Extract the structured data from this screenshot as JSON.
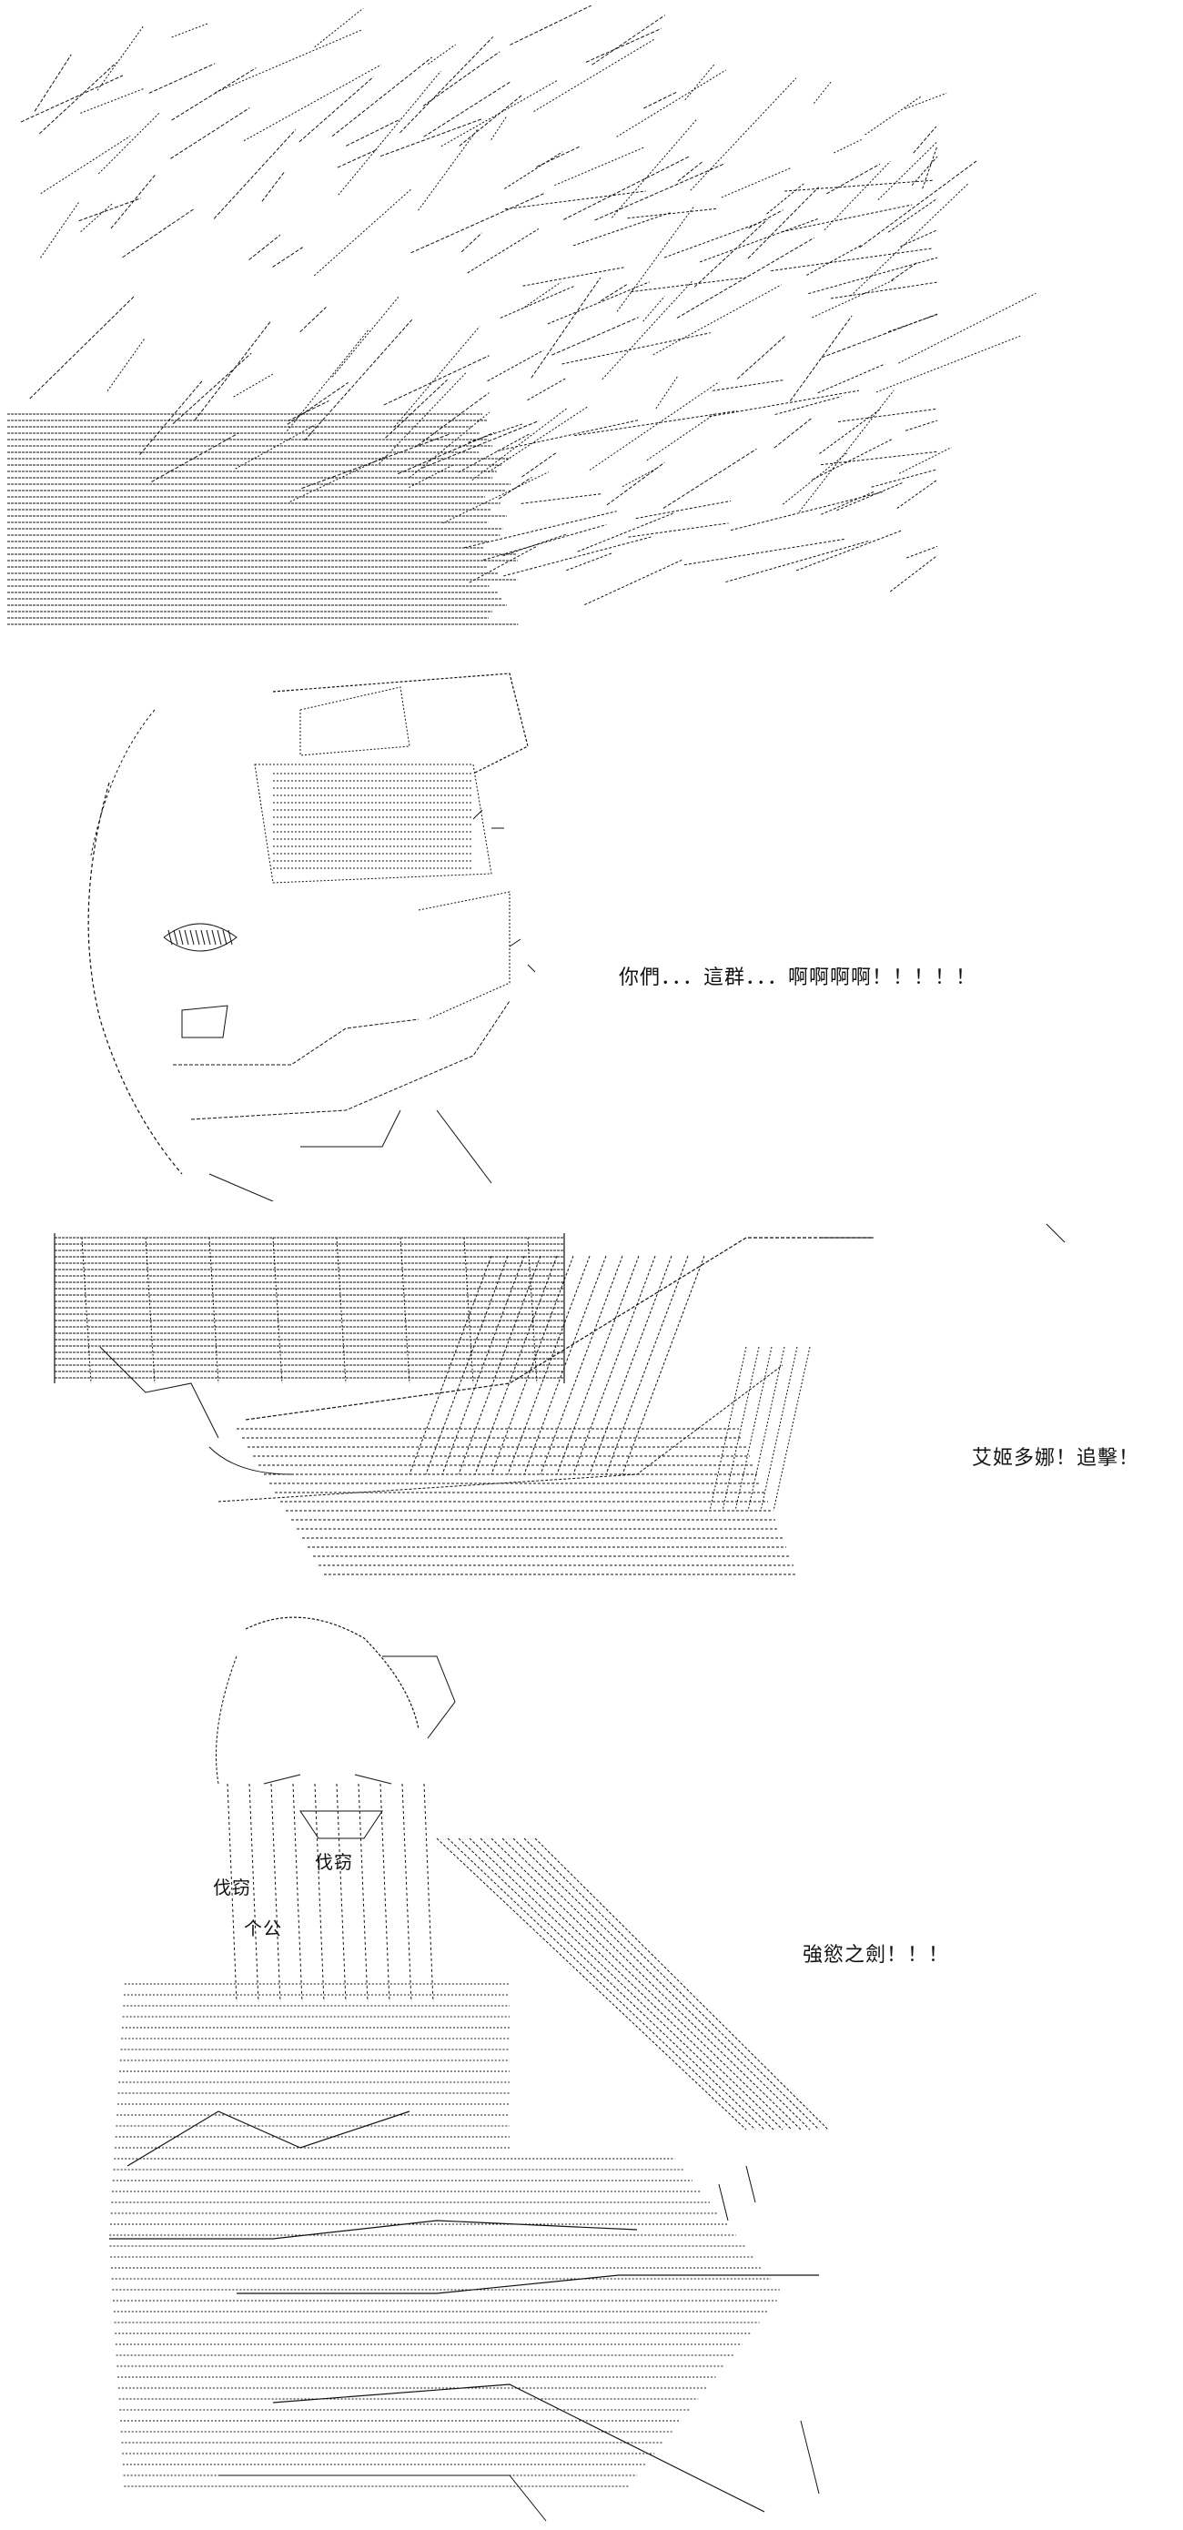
{
  "page": {
    "background": "#ffffff",
    "ink": "#111111"
  },
  "panels": [
    {
      "id": "speed-lines",
      "art": "ascii-art-speed-lines",
      "dialogue": ""
    },
    {
      "id": "shocked-face",
      "art": "ascii-art-shocked-character",
      "dialogue": "你們．．．這群．．．啊啊啊啊！！！！！"
    },
    {
      "id": "charge",
      "art": "ascii-art-charging-figure",
      "dialogue": "艾姬多娜！追擊！"
    },
    {
      "id": "sword-strike",
      "art": "ascii-art-sword-figure",
      "dialogue": "強慾之劍！！！",
      "inline_art_text": [
        "伐窃",
        "个公",
        "伐窃"
      ]
    }
  ]
}
